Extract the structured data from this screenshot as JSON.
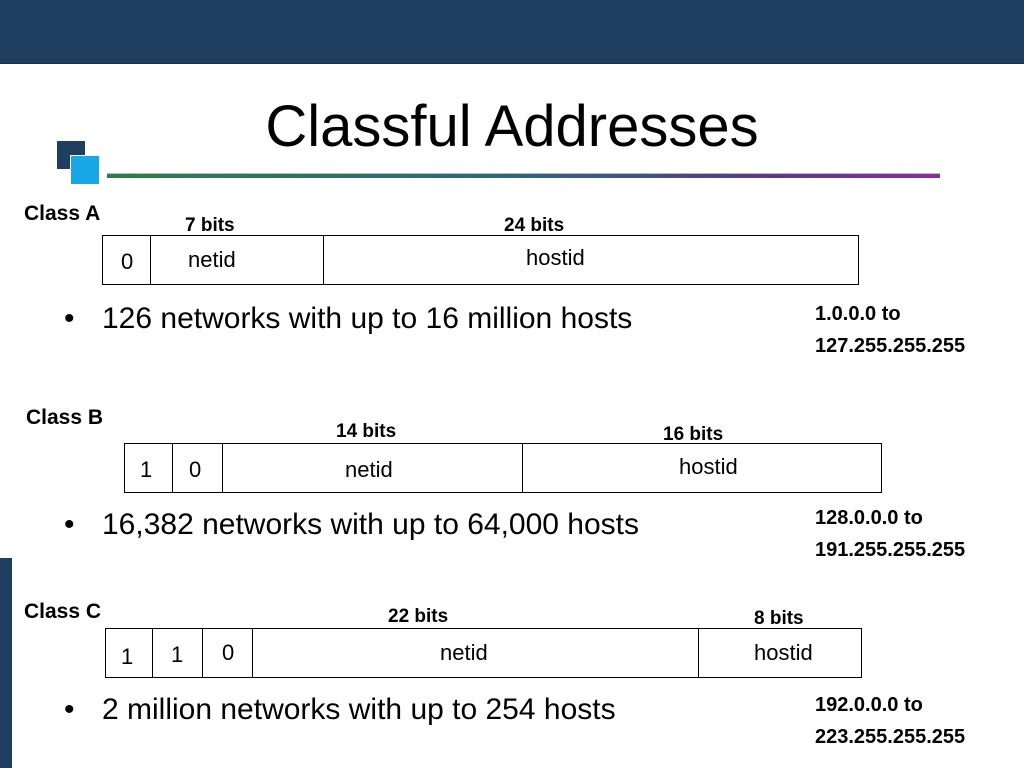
{
  "slide": {
    "title": "Classful Addresses"
  },
  "classes": [
    {
      "label": "Class A",
      "bits": [
        "7 bits",
        "24 bits"
      ],
      "fields": [
        "0",
        "netid",
        "hostid"
      ],
      "bullet": "126 networks with up to 16 million hosts",
      "range": [
        "1.0.0.0 to",
        "127.255.255.255"
      ]
    },
    {
      "label": "Class B",
      "bits": [
        "14 bits",
        "16 bits"
      ],
      "fields": [
        "1",
        "0",
        "netid",
        "hostid"
      ],
      "bullet": "16,382 networks with up to 64,000 hosts",
      "range": [
        "128.0.0.0 to",
        "191.255.255.255"
      ]
    },
    {
      "label": "Class C",
      "bits": [
        "22 bits",
        "8 bits"
      ],
      "fields": [
        "1",
        "1",
        "0",
        "netid",
        "hostid"
      ],
      "bullet": "2 million networks with up to 254 hosts",
      "range": [
        "192.0.0.0 to",
        "223.255.255.255"
      ]
    }
  ],
  "colors": {
    "header_bar": "#1f3f60",
    "accent_square": "#1aa7e8"
  }
}
